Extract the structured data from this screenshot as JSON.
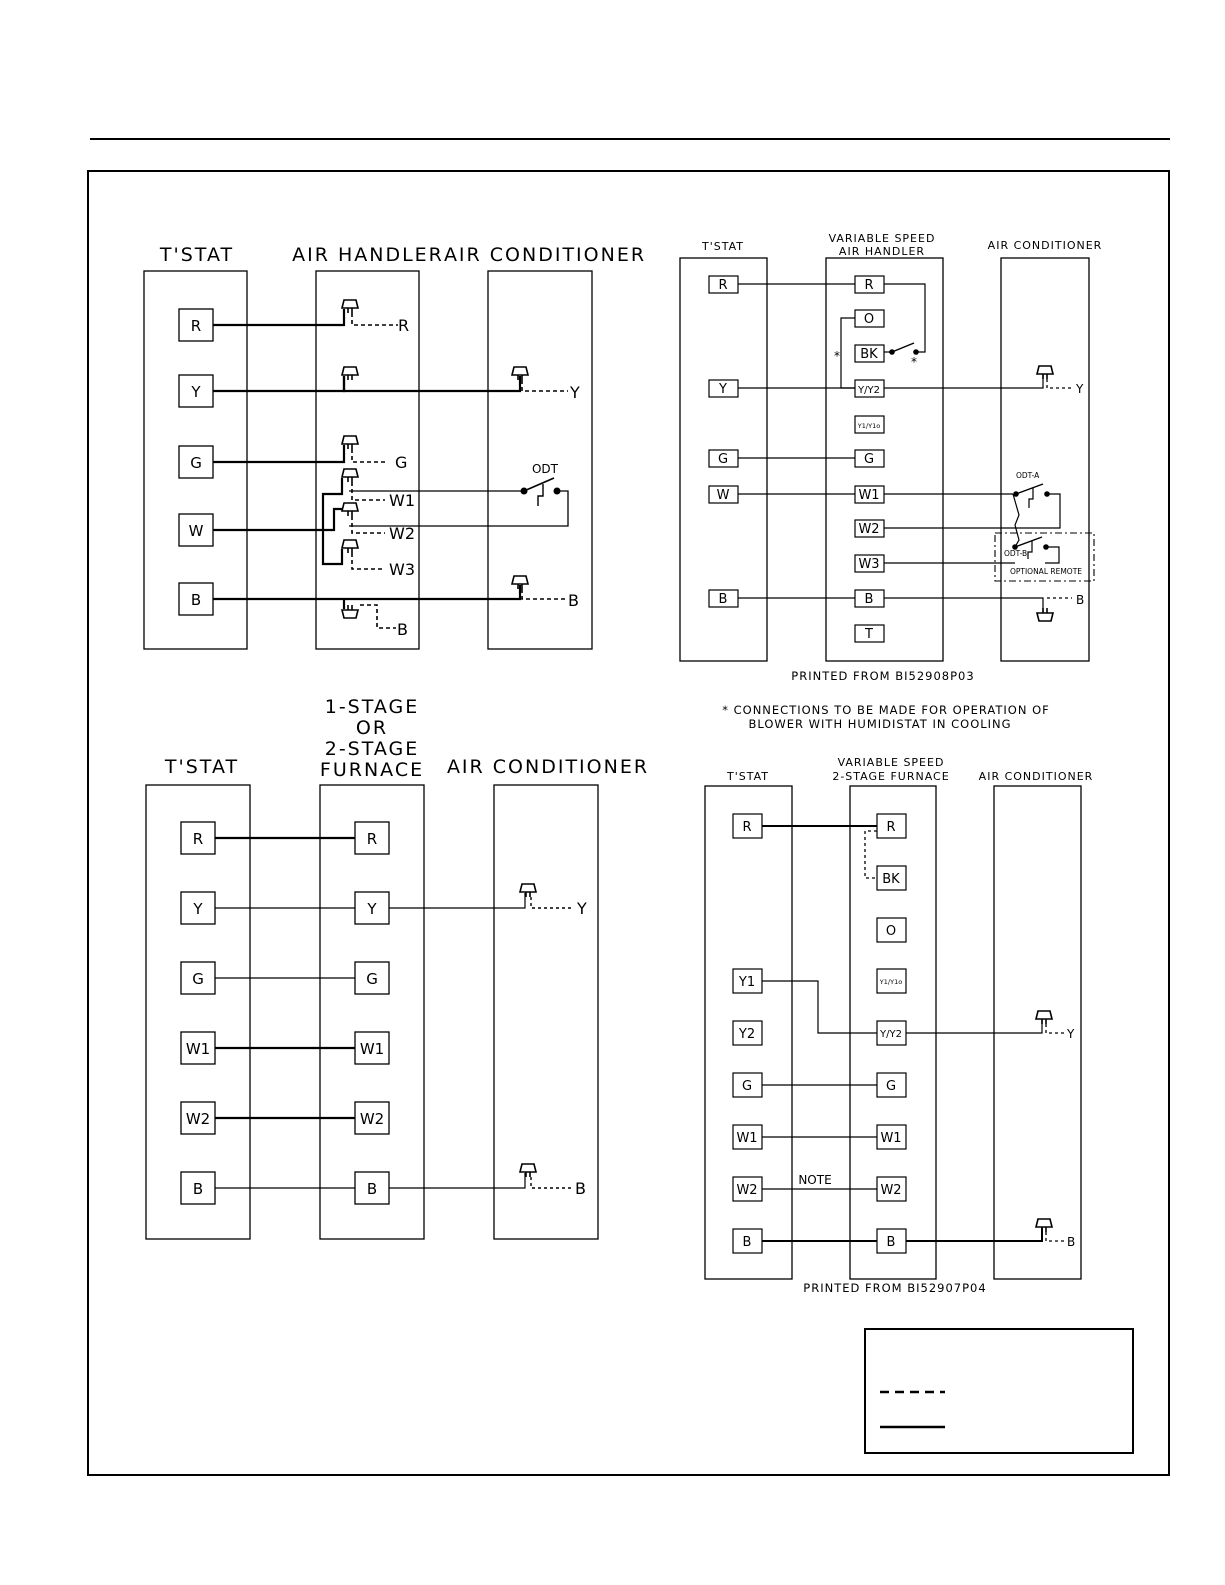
{
  "diagram_1": {
    "headers": {
      "tstat": "T'STAT",
      "air_handler": "AIR HANDLER",
      "air_conditioner": "AIR CONDITIONER"
    },
    "tstat_terminals": [
      "R",
      "Y",
      "G",
      "W",
      "B"
    ],
    "handler_wire_labels": [
      "R",
      "G",
      "W1",
      "W2",
      "W3",
      "B"
    ],
    "ac_wire_labels": [
      "Y",
      "B"
    ],
    "odt_label": "ODT"
  },
  "diagram_2": {
    "headers": {
      "tstat": "T'STAT",
      "handler_line1": "VARIABLE SPEED",
      "handler_line2": "AIR HANDLER",
      "air_conditioner": "AIR CONDITIONER"
    },
    "tstat_terminals": [
      "R",
      "Y",
      "G",
      "W",
      "B"
    ],
    "handler_terminals": [
      "R",
      "O",
      "BK",
      "Y/Y2",
      "Y1/Y1o",
      "G",
      "W1",
      "W2",
      "W3",
      "B",
      "T"
    ],
    "ac_wire_labels": [
      "Y",
      "B"
    ],
    "star": "*",
    "odt_a": "ODT-A",
    "odt_b": "ODT-B",
    "optional_remote": "OPTIONAL REMOTE",
    "printed_from": "PRINTED FROM BI52908P03",
    "footnote_line1": "* CONNECTIONS TO BE MADE FOR OPERATION OF",
    "footnote_line2": "BLOWER WITH HUMIDISTAT IN COOLING"
  },
  "diagram_3": {
    "headers": {
      "tstat": "T'STAT",
      "furnace_line1": "1-STAGE",
      "furnace_line2": "OR",
      "furnace_line3": "2-STAGE",
      "furnace_line4": "FURNACE",
      "air_conditioner": "AIR CONDITIONER"
    },
    "tstat_terminals": [
      "R",
      "Y",
      "G",
      "W1",
      "W2",
      "B"
    ],
    "furnace_terminals": [
      "R",
      "Y",
      "G",
      "W1",
      "W2",
      "B"
    ],
    "ac_wire_labels": [
      "Y",
      "B"
    ]
  },
  "diagram_4": {
    "headers": {
      "tstat": "T'STAT",
      "furnace_line1": "VARIABLE SPEED",
      "furnace_line2": "2-STAGE FURNACE",
      "air_conditioner": "AIR CONDITIONER"
    },
    "tstat_terminals": [
      "R",
      "Y1",
      "Y2",
      "G",
      "W1",
      "W2",
      "B"
    ],
    "furnace_terminals": [
      "R",
      "BK",
      "O",
      "Y1/Y1o",
      "Y/Y2",
      "G",
      "W1",
      "W2",
      "B"
    ],
    "ac_wire_labels": [
      "Y",
      "B"
    ],
    "note_label": "NOTE",
    "printed_from": "PRINTED FROM BI52907P04"
  }
}
